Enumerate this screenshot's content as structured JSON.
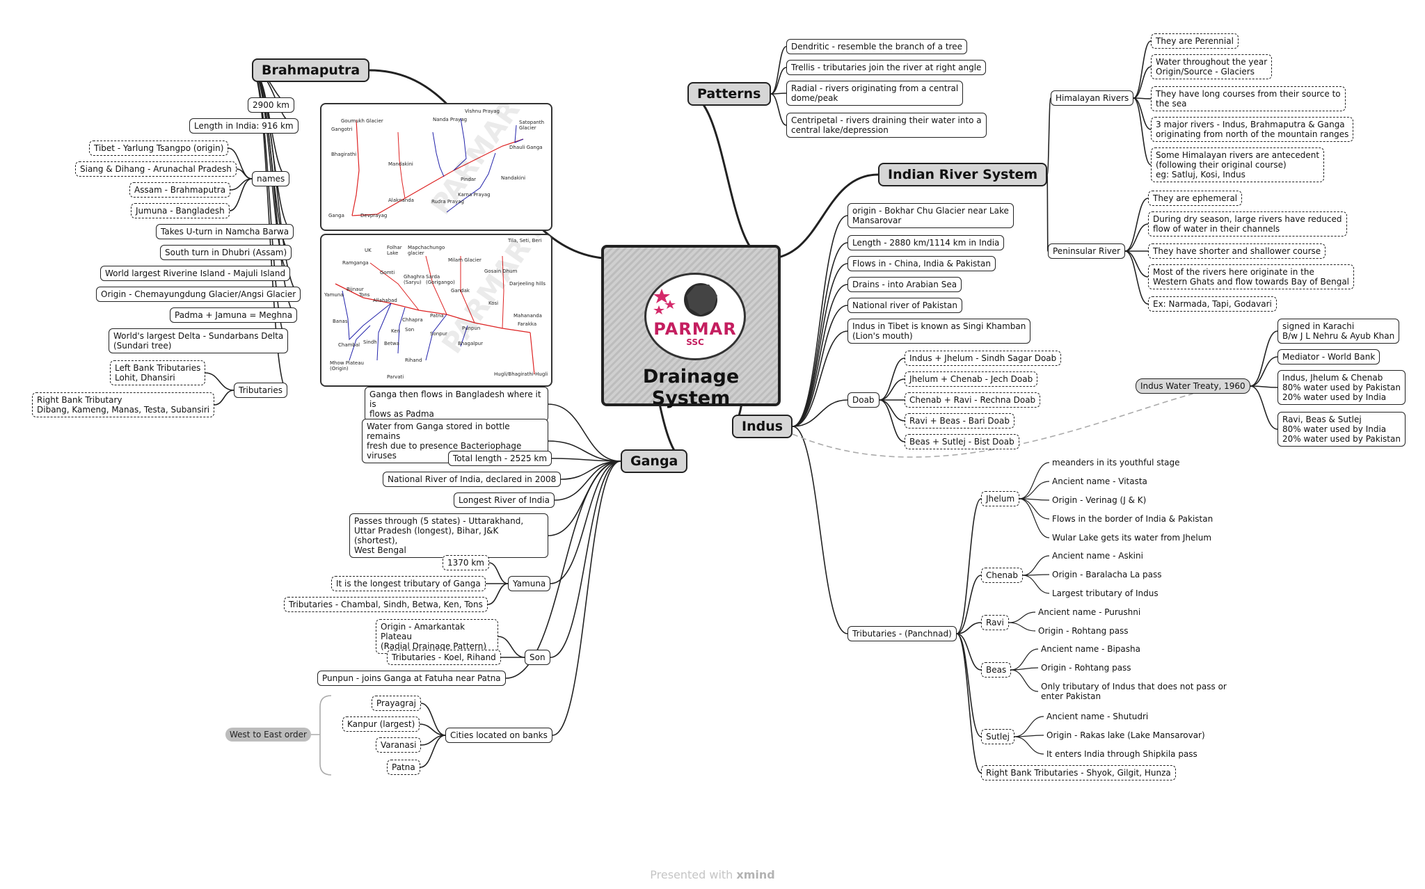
{
  "central": {
    "title": "Drainage System",
    "logo": {
      "name": "PARMAR",
      "sub": "SSC"
    }
  },
  "footer": {
    "prefix": "Presented with",
    "brand": "xmind"
  },
  "brahmaputra": {
    "title": "Brahmaputra",
    "items": {
      "len": "2900 km",
      "len_india": "Length in India: 916 km",
      "names": "names",
      "names_list": [
        "Tibet - Yarlung Tsangpo (origin)",
        "Siang & Dihang - Arunachal Pradesh",
        "Assam - Brahmaputra",
        "Jumuna - Bangladesh"
      ],
      "uturn": "Takes U-turn in Namcha Barwa",
      "south": "South turn in Dhubri (Assam)",
      "majuli": "World largest Riverine Island - Majuli Island",
      "origin": "Origin - Chemayungdung Glacier/Angsi Glacier",
      "meghna": "Padma + Jamuna = Meghna",
      "delta": "World's largest Delta - Sundarbans Delta\n(Sundari tree)",
      "tributaries": "Tributaries",
      "left_trib": "Left Bank Tributaries\nLohit, Dhansiri",
      "right_trib": "Right Bank Tributary\nDibang, Kameng, Manas, Testa, Subansiri"
    }
  },
  "ganga": {
    "title": "Ganga",
    "items": {
      "padma": "Ganga then flows in Bangladesh where it is\nflows as Padma",
      "bottle": "Water from Ganga stored in bottle remains\nfresh due to presence Bacteriophage viruses",
      "total": "Total length - 2525 km",
      "national": "National River of India, declared in 2008",
      "longest": "Longest River of India",
      "states": "Passes through (5 states) - Uttarakhand,\nUttar Pradesh (longest), Bihar, J&K (shortest),\nWest Bengal",
      "yamuna": "Yamuna",
      "yamuna_items": [
        "1370 km",
        "It is the longest tributary of Ganga",
        "Tributaries - Chambal, Sindh, Betwa, Ken, Tons"
      ],
      "son": "Son",
      "son_items": [
        "Origin - Amarkantak Plateau\n(Radial Drainage Pattern)",
        "Tributaries - Koel, Rihand"
      ],
      "punpun": "Punpun - joins Ganga at Fatuha near Patna",
      "cities": "Cities located on banks",
      "cities_list": [
        "Prayagraj",
        "Kanpur (largest)",
        "Varanasi",
        "Patna"
      ],
      "order": "West to East order"
    }
  },
  "patterns": {
    "title": "Patterns",
    "items": [
      "Dendritic - resemble the branch of a tree",
      "Trellis - tributaries join the river at right angle",
      "Radial - rivers originating from a central\ndome/peak",
      "Centripetal - rivers draining their water into a\ncentral lake/depression"
    ]
  },
  "irs": {
    "title": "Indian River System",
    "himalayan": "Himalayan Rivers",
    "himalayan_items": [
      "They are Perennial",
      "Water throughout the year\nOrigin/Source - Glaciers",
      "They have long courses from their source to\nthe sea",
      "3 major rivers - Indus, Brahmaputra  & Ganga\noriginating from north of the mountain ranges",
      "Some Himalayan rivers are antecedent\n(following their original course)\neg: Satluj, Kosi, Indus"
    ],
    "peninsular": "Peninsular River",
    "peninsular_items": [
      "They are ephemeral",
      "During dry season, large rivers have reduced\nflow of water in their channels",
      "They have shorter and shallower course",
      "Most of the rivers here originate in the\nWestern Ghats and flow towards Bay of Bengal",
      "Ex: Narmada, Tapi, Godavari"
    ]
  },
  "indus": {
    "title": "Indus",
    "items": {
      "origin": "origin - Bokhar Chu Glacier near Lake\nMansarovar",
      "length": "Length - 2880 km/1114 km in India",
      "flows": "Flows in - China, India & Pakistan",
      "drains": "Drains - into Arabian Sea",
      "national": "National river of Pakistan",
      "tibet": "Indus in Tibet is known as Singi Khamban\n(Lion's mouth)"
    },
    "doab": "Doab",
    "doab_items": [
      "Indus + Jhelum - Sindh Sagar Doab",
      "Jhelum + Chenab - Jech Doab",
      "Chenab + Ravi - Rechna Doab",
      "Ravi + Beas - Bari Doab",
      "Beas + Sutlej - Bist Doab"
    ],
    "treaty": "Indus Water Treaty, 1960",
    "treaty_items": [
      "signed in Karachi\nB/w J L Nehru & Ayub Khan",
      "Mediator - World Bank",
      "Indus, Jhelum & Chenab\n80% water used by Pakistan\n20% water used by India",
      "Ravi, Beas & Sutlej\n80% water used by India\n20% water used by Pakistan"
    ],
    "tributaries": "Tributaries - (Panchnad)",
    "jhelum": "Jhelum",
    "jhelum_items": [
      "meanders in its youthful stage",
      "Ancient name - Vitasta",
      "Origin - Verinag (J & K)",
      "Flows in the border of India & Pakistan",
      "Wular Lake gets its water from Jhelum"
    ],
    "chenab": "Chenab",
    "chenab_items": [
      "Ancient name - Askini",
      "Origin - Baralacha La pass",
      "Largest tributary of Indus"
    ],
    "ravi": "Ravi",
    "ravi_items": [
      "Ancient name - Purushni",
      "Origin - Rohtang pass"
    ],
    "beas": "Beas",
    "beas_items": [
      "Ancient name - Bipasha",
      "Origin - Rohtang pass",
      "Only tributary of Indus that does not pass or\nenter Pakistan"
    ],
    "sutlej": "Sutlej",
    "sutlej_items": [
      "Ancient name - Shutudri",
      "Origin - Rakas lake (Lake Mansarovar)",
      "It enters India through Shipkila pass"
    ],
    "right_bank": "Right Bank Tributaries - Shyok, Gilgit, Hunza"
  },
  "map1": {
    "labels": [
      "Goumukh Glacier",
      "Gangotri",
      "Bhagirathi",
      "Mandakini",
      "Nanda Prayag",
      "Vishnu Prayag",
      "Satopanth\nGlacier",
      "Dhauli Ganga",
      "Pindar",
      "Nandakini",
      "Karna Prayag",
      "Rudra Prayag",
      "Alaknanda",
      "Devprayag",
      "Ganga"
    ]
  },
  "map2": {
    "labels": [
      "Tila, Seti, Beri",
      "UK",
      "Folhar\nLake",
      "Mapchachungo\nglacier",
      "Milam Glacier",
      "Ramganga",
      "Gomti",
      "Ghaghra\n(Saryu)",
      "Sarda\n(Gorigango)",
      "Gosain Dhum",
      "Darjeeling hills",
      "Gandak",
      "Kosi",
      "Yamuna",
      "Tons",
      "Bijnaur",
      "Allahabad",
      "Chhapra",
      "Patna",
      "Mahananda",
      "Farakka",
      "Banas",
      "Son",
      "Sonpur",
      "Punpun",
      "Bhagalpur",
      "Ken",
      "Sindh",
      "Betwa",
      "Chambal",
      "Mhow Plateau\n(Origin)",
      "Rihand",
      "Parvati",
      "Hugli/Bhagirathi-Hugli"
    ],
    "watermark": "PARMAR SSC"
  }
}
